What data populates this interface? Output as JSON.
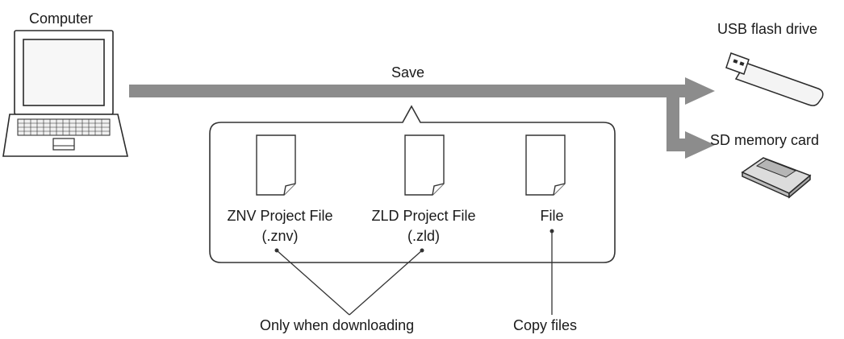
{
  "devices": {
    "computer": "Computer",
    "usb": "USB flash drive",
    "sd": "SD memory card"
  },
  "arrow_label": "Save",
  "files": [
    {
      "line1": "ZNV Project File",
      "line2": "(.znv)"
    },
    {
      "line1": "ZLD Project File",
      "line2": "(.zld)"
    },
    {
      "line1": "File",
      "line2": ""
    }
  ],
  "notes": {
    "downloading": "Only when downloading",
    "copy": "Copy files"
  },
  "colors": {
    "arrow": "#8c8c8c",
    "line": "#333333",
    "callout_border": "#333333"
  }
}
